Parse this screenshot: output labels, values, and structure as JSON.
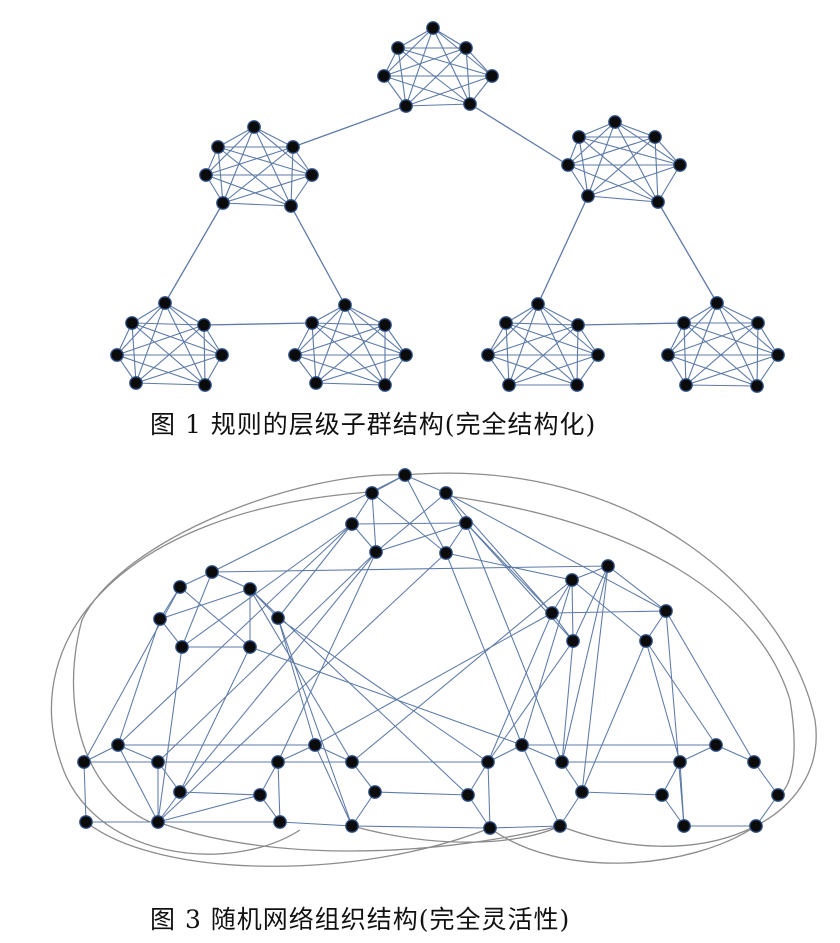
{
  "figure1": {
    "caption": "图 1   规则的层级子群结构(完全结构化)",
    "groups": [
      "top",
      "mid-left",
      "mid-right",
      "bottom-1",
      "bottom-2",
      "bottom-3",
      "bottom-4"
    ]
  },
  "figure3": {
    "caption": "图 3   随机网络组织结构(完全灵活性)"
  },
  "colors": {
    "node": "#0b0b0b",
    "node_highlight": "#2d4f86",
    "edge": "#5d7aa8",
    "curve": "#8c8c8c"
  }
}
